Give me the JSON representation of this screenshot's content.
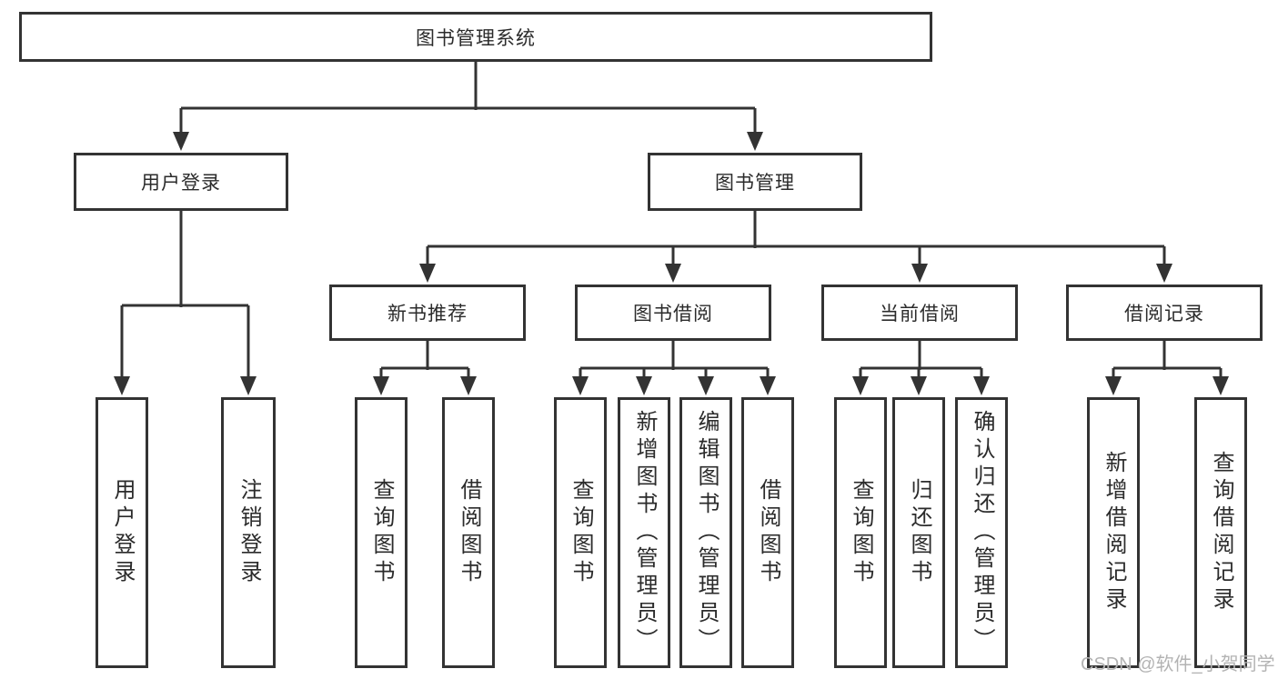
{
  "diagram_title": "图书管理系统",
  "tree": {
    "root": "图书管理系统",
    "branches": [
      {
        "label": "用户登录",
        "leaves": [
          "用户登录",
          "注销登录"
        ]
      },
      {
        "label": "图书管理",
        "groups": [
          {
            "label": "新书推荐",
            "leaves": [
              "查询图书",
              "借阅图书"
            ]
          },
          {
            "label": "图书借阅",
            "leaves": [
              "查询图书",
              "新增图书（管理员）",
              "编辑图书（管理员）",
              "借阅图书"
            ]
          },
          {
            "label": "当前借阅",
            "leaves": [
              "查询图书",
              "归还图书",
              "确认归还（管理员）"
            ]
          },
          {
            "label": "借阅记录",
            "leaves": [
              "新增借阅记录",
              "查询借阅记录"
            ]
          }
        ]
      }
    ]
  },
  "watermark": "CSDN @软件_小贺同学",
  "colors": {
    "line": "#333333",
    "box_border": "#333333",
    "text": "#2b2b2b",
    "watermark": "#b3b3b3",
    "background": "#ffffff"
  }
}
